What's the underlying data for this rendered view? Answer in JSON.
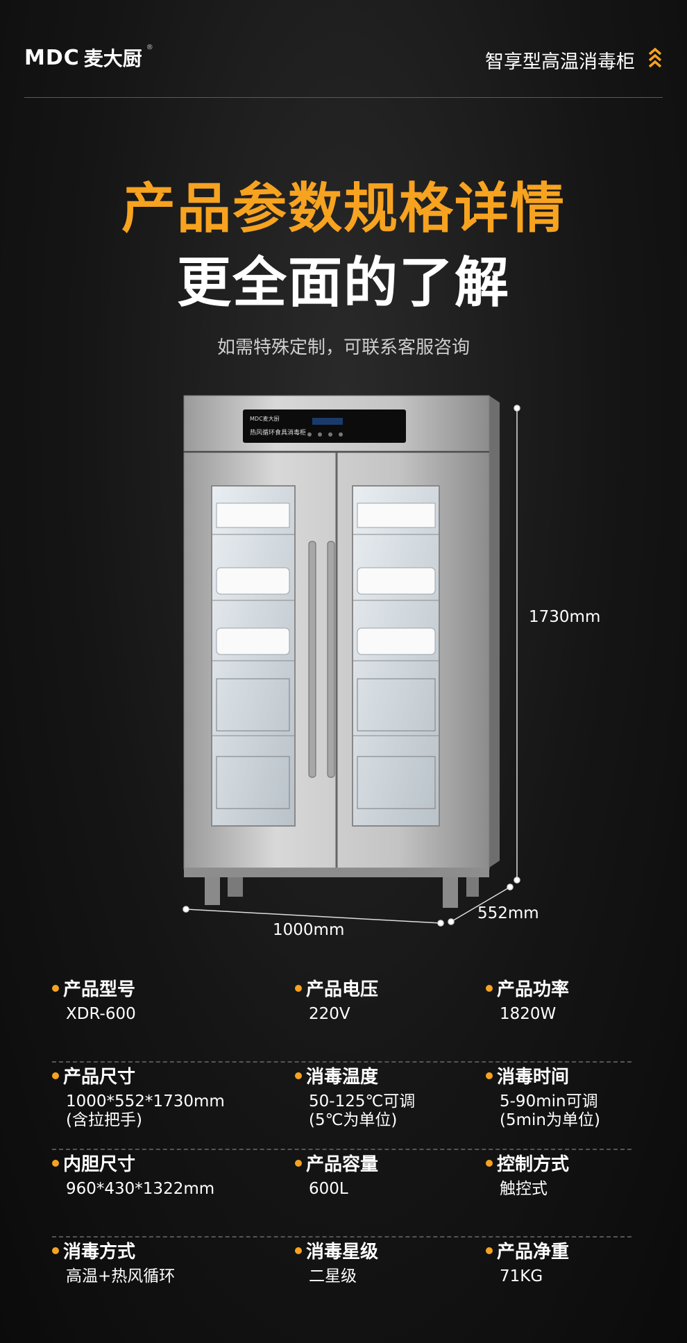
{
  "header": {
    "logo_latin": "MDC",
    "logo_cn": "麦大厨",
    "logo_reg": "®",
    "title": "智享型高温消毒柜",
    "icon": "double-chevron-up-icon"
  },
  "hero": {
    "title_line1": "产品参数规格详情",
    "title_line2": "更全面的了解",
    "subtitle": "如需特殊定制，可联系客服咨询"
  },
  "product": {
    "panel_brand": "MDC麦大厨",
    "panel_name": "热风循环食具消毒柜",
    "dims": {
      "height": "1730mm",
      "width": "1000mm",
      "depth": "552mm"
    }
  },
  "colors": {
    "accent": "#f7a320",
    "background": "#151515"
  },
  "specs": [
    [
      {
        "label": "产品型号",
        "value": "XDR-600"
      },
      {
        "label": "产品电压",
        "value": "220V"
      },
      {
        "label": "产品功率",
        "value": "1820W"
      }
    ],
    [
      {
        "label": "产品尺寸",
        "value": "1000*552*1730mm\n(含拉把手)"
      },
      {
        "label": "消毒温度",
        "value": "50-125℃可调\n(5℃为单位)"
      },
      {
        "label": "消毒时间",
        "value": "5-90min可调\n(5min为单位)"
      }
    ],
    [
      {
        "label": "内胆尺寸",
        "value": "960*430*1322mm"
      },
      {
        "label": "产品容量",
        "value": "600L"
      },
      {
        "label": "控制方式",
        "value": "触控式"
      }
    ],
    [
      {
        "label": "消毒方式",
        "value": "高温+热风循环"
      },
      {
        "label": "消毒星级",
        "value": "二星级"
      },
      {
        "label": "产品净重",
        "value": "71KG"
      }
    ]
  ]
}
